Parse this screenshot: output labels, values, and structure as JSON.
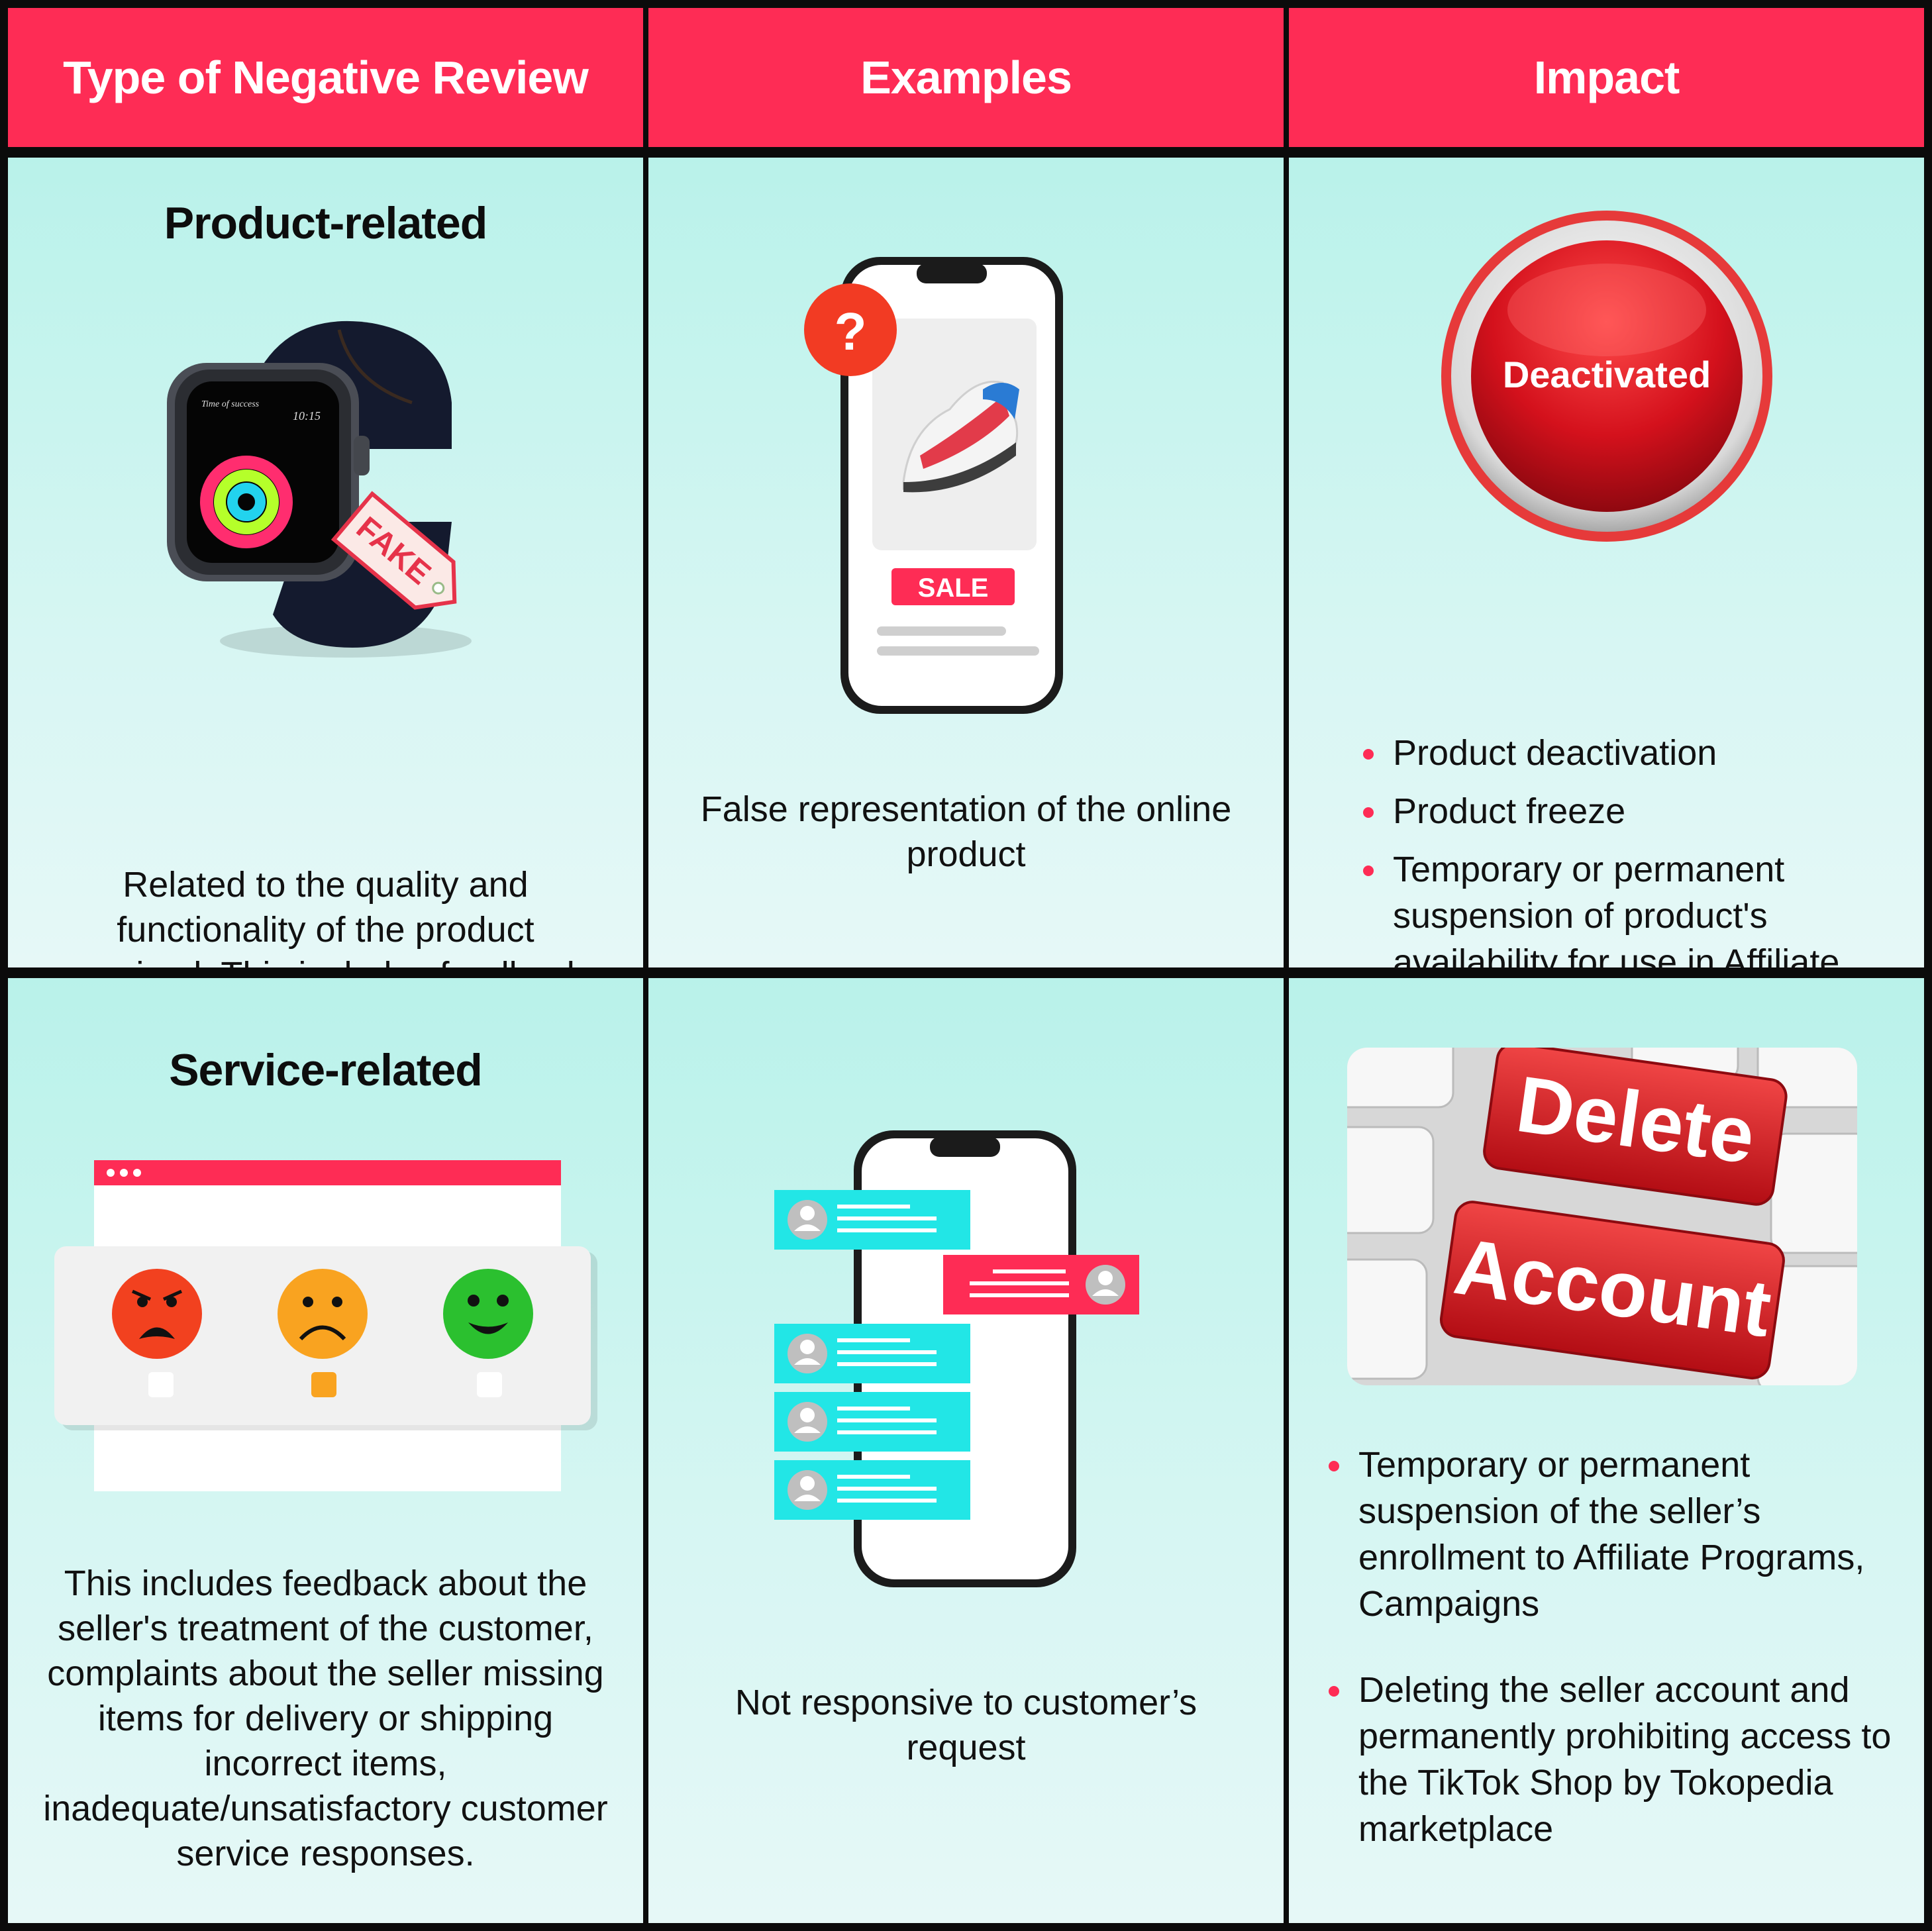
{
  "header": {
    "col1": "Type of Negative Review",
    "col2": "Examples",
    "col3": "Impact"
  },
  "product_row": {
    "title": "Product-related",
    "description": "Related to the quality and functionality of the product received. This includes feedback such as malfunctioning products or false advertising.",
    "watch_tag": "FAKE",
    "watch_screen_label": "Time of success",
    "watch_time": "10:15",
    "phone_badge": "?",
    "phone_sale_label": "SALE",
    "example": "False representation of the online product",
    "button_label": "Deactivated",
    "impacts": [
      "Product deactivation",
      "Product freeze",
      "Temporary or permanent suspension of product's availability for use in Affiliate Programs"
    ]
  },
  "service_row": {
    "title": "Service-related",
    "description": "This includes feedback about the seller's treatment of the customer, complaints about the seller missing items for delivery or shipping incorrect items, inadequate/unsatisfactory customer service responses.",
    "example": "Not responsive to customer’s request",
    "key_word_1": "Delete",
    "key_word_2": "Account",
    "impacts": [
      "Temporary or permanent suspension of the seller’s enrollment to Affiliate Programs, Campaigns",
      "Deleting the seller account and permanently prohibiting access to the TikTok Shop by Tokopedia marketplace"
    ]
  },
  "colors": {
    "accent": "#fe2c55",
    "cell_bg": "#c8f4ee",
    "chat_cyan": "#22e6e6",
    "button_red": "#d4111c"
  }
}
